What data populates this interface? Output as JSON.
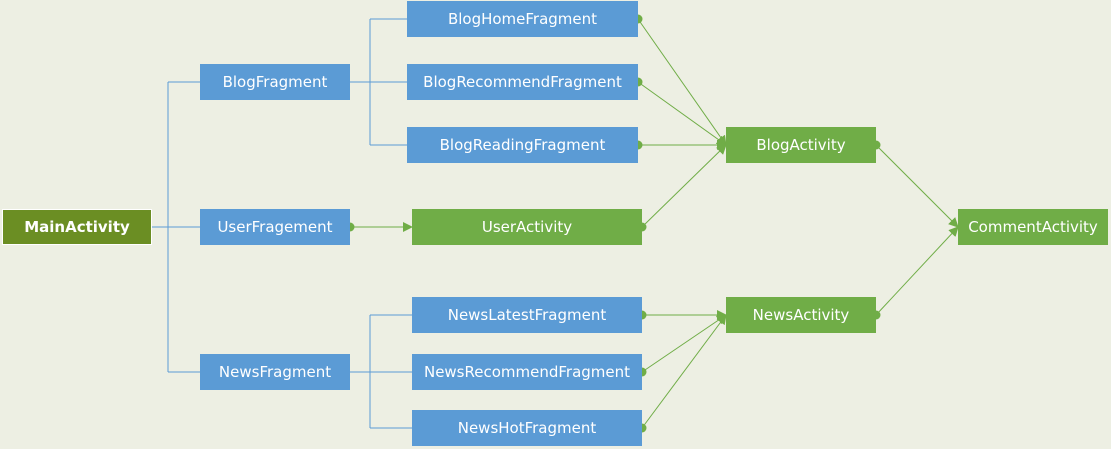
{
  "nodes": {
    "main_activity": "MainActivity",
    "blog_fragment": "BlogFragment",
    "user_fragement": "UserFragement",
    "news_fragment": "NewsFragment",
    "blog_home_fragment": "BlogHomeFragment",
    "blog_recommend_fragment": "BlogRecommendFragment",
    "blog_reading_fragment": "BlogReadingFragment",
    "user_activity": "UserActivity",
    "news_latest_fragment": "NewsLatestFragment",
    "news_recommend_fragment": "NewsRecommendFragment",
    "news_hot_fragment": "NewsHotFragment",
    "blog_activity": "BlogActivity",
    "news_activity": "NewsActivity",
    "comment_activity": "CommentActivity"
  },
  "colors": {
    "background": "#edefe3",
    "fragment_box": "#5b9bd5",
    "activity_box": "#70ad47",
    "main_box": "#6b8e23",
    "tree_line": "#5b9bd5",
    "arrow_line": "#70ad47"
  }
}
